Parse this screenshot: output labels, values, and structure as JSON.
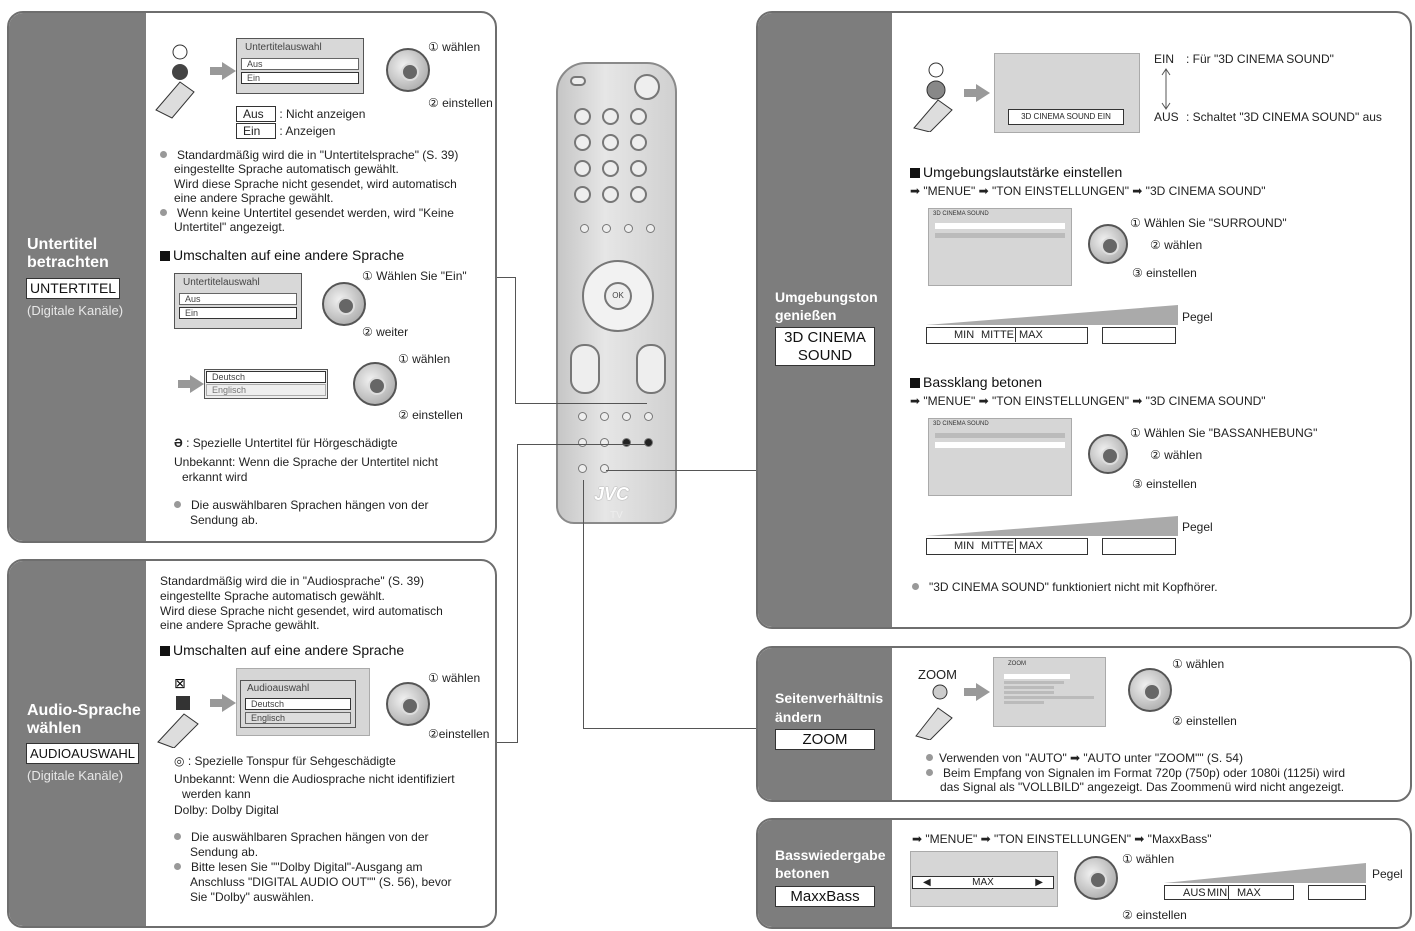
{
  "subtitles": {
    "side_title": "Untertitel betrachten",
    "side_box": "UNTERTITEL",
    "side_sub": "(Digitale Kanäle)",
    "menu_title": "Untertitelauswahl",
    "menu_items": [
      "Aus",
      "Ein"
    ],
    "step1": "① wählen",
    "step2": "② einstellen",
    "legend": [
      {
        "key": "Aus",
        "text": ": Nicht anzeigen"
      },
      {
        "key": "Ein",
        "text": ": Anzeigen"
      }
    ],
    "note1_a": "Standardmäßig wird die in \"Untertitelsprache\" (S. 39)",
    "note1_b": "eingestellte Sprache automatisch gewählt.",
    "note1_c": "Wird diese Sprache nicht gesendet, wird automatisch",
    "note1_d": "eine andere Sprache gewählt.",
    "note2_a": "Wenn keine Untertitel gesendet werden, wird \"Keine",
    "note2_b": "Untertitel\" angezeigt.",
    "switch_heading": "Umschalten auf eine andere Sprache",
    "switch_menu_title": "Untertitelauswahl",
    "switch_menu_items": [
      "Aus",
      "Ein"
    ],
    "switch_step1": "① Wählen Sie \"Ein\"",
    "switch_step2": "② weiter",
    "lang_items": [
      "Deutsch",
      "Englisch"
    ],
    "lang_step1": "① wählen",
    "lang_step2": "② einstellen",
    "hearing": ": Spezielle Untertitel für Hörgeschädigte",
    "unknown_a": "Unbekannt: Wenn die Sprache der Untertitel nicht",
    "unknown_b": "erkannt wird",
    "note3_a": "Die auswählbaren Sprachen hängen von der",
    "note3_b": "Sendung ab."
  },
  "audio": {
    "side_title": "Audio-Sprache wählen",
    "side_box": "AUDIOAUSWAHL",
    "side_sub": "(Digitale Kanäle)",
    "intro_a": "Standardmäßig wird die in \"Audiosprache\" (S. 39)",
    "intro_b": "eingestellte Sprache automatisch gewählt.",
    "intro_c": "Wird diese Sprache nicht gesendet, wird automatisch",
    "intro_d": "eine andere Sprache gewählt.",
    "switch_heading": "Umschalten auf eine andere Sprache",
    "menu_title": "Audioauswahl",
    "menu_items": [
      "Deutsch",
      "Englisch"
    ],
    "step1": "① wählen",
    "step2": "②einstellen",
    "visual": ": Spezielle Tonspur für Sehgeschädigte",
    "unknown_a": "Unbekannt: Wenn die Audiosprache nicht identifiziert",
    "unknown_b": "werden kann",
    "dolby": "Dolby: Dolby Digital",
    "note1_a": "Die auswählbaren Sprachen hängen von der",
    "note1_b": "Sendung ab.",
    "note2_a": "Bitte lesen Sie \"\"Dolby Digital\"-Ausgang am",
    "note2_b": "Anschluss \"DIGITAL AUDIO OUT\"\" (S. 56), bevor",
    "note2_c": "Sie \"Dolby\" auswählen."
  },
  "remote": {
    "brand": "JVC",
    "tv": "TV",
    "ok": "OK"
  },
  "surround": {
    "side_title_a": "Umgebungston",
    "side_title_b": "genießen",
    "side_box_a": "3D CINEMA",
    "side_box_b": "SOUND",
    "osd": "3D CINEMA SOUND    EIN",
    "ein": "EIN",
    "ein_text": ": Für \"3D CINEMA SOUND\"",
    "aus": "AUS",
    "aus_text": ": Schaltet \"3D CINEMA SOUND\" aus",
    "h1": "Umgebungslautstärke einstellen",
    "path1": "➡ \"MENUE\" ➡ \"TON EINSTELLUNGEN\" ➡ \"3D CINEMA SOUND\"",
    "s1_step1": "① Wählen Sie \"SURROUND\"",
    "s1_step2": "② wählen",
    "s1_step3": "③ einstellen",
    "pegel1": "Pegel",
    "scale1": [
      "MIN",
      "MITTE",
      "MAX"
    ],
    "h2": "Bassklang betonen",
    "path2": "➡ \"MENUE\" ➡ \"TON EINSTELLUNGEN\" ➡ \"3D CINEMA SOUND\"",
    "s2_step1": "① Wählen Sie \"BASSANHEBUNG\"",
    "s2_step2": "② wählen",
    "s2_step3": "③ einstellen",
    "pegel2": "Pegel",
    "scale2": [
      "MIN",
      "MITTE",
      "MAX"
    ],
    "note": "\"3D CINEMA SOUND\" funktioniert nicht mit Kopfhörer."
  },
  "zoom": {
    "side_title_a": "Seitenverhältnis",
    "side_title_b": "ändern",
    "side_box": "ZOOM",
    "button": "ZOOM",
    "step1": "① wählen",
    "step2": "② einstellen",
    "note1": "Verwenden von \"AUTO\" ➡ \"AUTO unter \"ZOOM\"\" (S. 54)",
    "note2_a": "Beim Empfang von Signalen im Format 720p (750p) oder 1080i (1125i) wird",
    "note2_b": "das Signal als \"VOLLBILD\" angezeigt. Das Zoommenü wird nicht angezeigt."
  },
  "maxxbass": {
    "side_title_a": "Basswiedergabe",
    "side_title_b": "betonen",
    "side_box": "MaxxBass",
    "path": "➡ \"MENUE\" ➡ \"TON EINSTELLUNGEN\" ➡ \"MaxxBass\"",
    "slider_value": "MAX",
    "step1": "① wählen",
    "step2": "② einstellen",
    "pegel": "Pegel",
    "scale": [
      "AUS",
      "MIN",
      "MAX"
    ]
  }
}
